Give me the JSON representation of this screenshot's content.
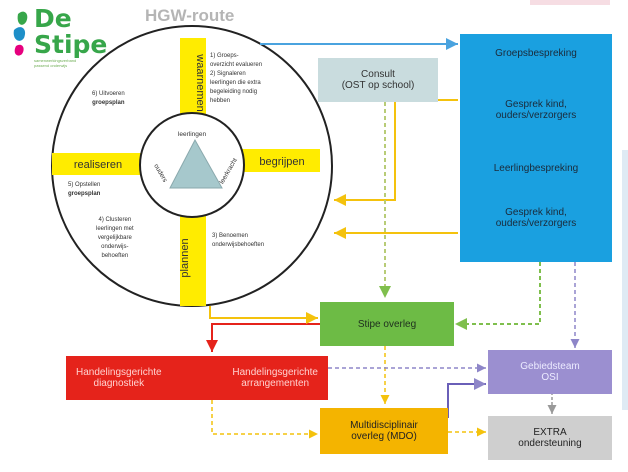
{
  "logo": {
    "line1": "De",
    "line2": "Stipe",
    "tagline": "samenwerkingsverband passend onderwijs"
  },
  "title": "HGW-route",
  "wheel": {
    "top": "waarnemen",
    "right": "begrijpen",
    "bottom": "plannen",
    "left": "realiseren",
    "triangle": {
      "top": "leerlingen",
      "left": "ouders",
      "right": "leerkracht"
    },
    "segments": {
      "s1": [
        "1) Groeps-",
        "overzicht evalueren",
        "2) Signaleren",
        "leerlingen die extra",
        "begeleiding nodig",
        "hebben"
      ],
      "s3": [
        "3) Benoemen",
        "onderwijsbehoeften"
      ],
      "s4a": [
        "4) Clusteren",
        "leerlingen met",
        "vergelijkbare",
        "onderwijs-",
        "behoeften"
      ],
      "s5": [
        "5) Opstellen",
        "groepsplan"
      ],
      "s6": [
        "6) Uitvoeren",
        "groepsplan"
      ]
    }
  },
  "boxes": {
    "consult": [
      "Consult",
      "(OST op school)"
    ],
    "blue": {
      "item1": "Groepsbespreking",
      "item2": [
        "Gesprek kind,",
        "ouders/verzorgers"
      ],
      "item3": "Leerlingbespreking",
      "item4": [
        "Gesprek kind,",
        "ouders/verzorgers"
      ]
    },
    "stipe": "Stipe overleg",
    "red_left": [
      "Handelingsgerichte",
      "diagnostiek"
    ],
    "red_right": [
      "Handelingsgerichte",
      "arrangementen"
    ],
    "mdo": [
      "Multidisciplinair",
      "overleg (MDO)"
    ],
    "gebied": [
      "Gebiedsteam",
      "OSI"
    ],
    "extra": [
      "EXTRA",
      "ondersteuning"
    ]
  },
  "colors": {
    "brand_green": "#37a64a",
    "blue_box": "#1aa0e0",
    "green_box": "#6dbb45",
    "red_box": "#e5231b",
    "orange_box": "#f4b400",
    "yellow_band": "#ffec00",
    "purple_box": "#9b8fd0",
    "gray_box": "#cfcfcf",
    "consult_box": "#c9dcde",
    "triangle": "#a6c8cc"
  }
}
